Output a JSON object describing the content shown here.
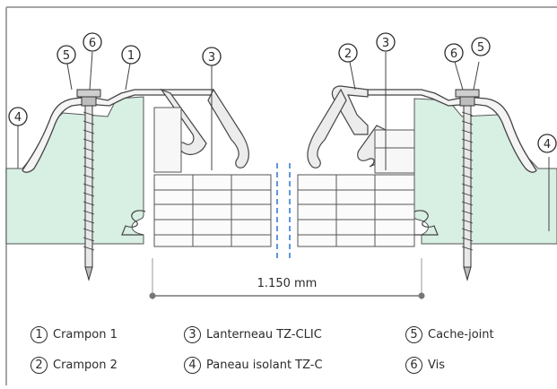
{
  "callouts": [
    {
      "id": "c5L",
      "label": "5"
    },
    {
      "id": "c6L",
      "label": "6"
    },
    {
      "id": "c1",
      "label": "1"
    },
    {
      "id": "c3L",
      "label": "3"
    },
    {
      "id": "c4L",
      "label": "4"
    },
    {
      "id": "c2R",
      "label": "2"
    },
    {
      "id": "c3R",
      "label": "3"
    },
    {
      "id": "c6R",
      "label": "6"
    },
    {
      "id": "c5R",
      "label": "5"
    },
    {
      "id": "c4R",
      "label": "4"
    }
  ],
  "dimension": {
    "label": "1.150 mm"
  },
  "legend": [
    {
      "num": "1",
      "label": "Crampon 1"
    },
    {
      "num": "2",
      "label": "Crampon 2"
    },
    {
      "num": "3",
      "label": "Lanterneau TZ-CLIC"
    },
    {
      "num": "4",
      "label": "Paneau isolant TZ-C"
    },
    {
      "num": "5",
      "label": "Cache-joint"
    },
    {
      "num": "6",
      "label": "Vis"
    }
  ],
  "colors": {
    "panel": "#d8efe3",
    "outline": "#444444",
    "dash": "#3a7bd5",
    "frame": "#888888"
  }
}
